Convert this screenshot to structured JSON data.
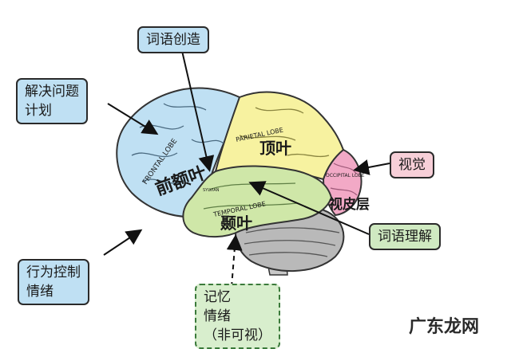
{
  "labels": {
    "word_creation": "词语创造",
    "problem_solving_line1": "解决问题",
    "problem_solving_line2": "计划",
    "behavior_line1": "行为控制",
    "behavior_line2": "情绪",
    "vision": "视觉",
    "word_understanding": "词语理解",
    "memory_line1": "记忆",
    "memory_line2": "情绪",
    "memory_line3": "（非可视）"
  },
  "lobes": {
    "frontal": "前额叶",
    "frontal_en": "FRONTAL LOBE",
    "parietal": "顶叶",
    "parietal_en": "PARIETAL LOBE",
    "temporal": "颞叶",
    "temporal_en": "TEMPORAL LOBE",
    "occipital_en": "OCCIPITAL LOBE",
    "visual_cortex": "视皮层",
    "sylvian": "SYLVIAN"
  },
  "watermark": "广东龙网",
  "colors": {
    "frontal": "#bfe0f3",
    "parietal": "#f7f2a0",
    "temporal": "#cfe7a8",
    "occipital": "#f2a9c6",
    "cerebellum": "#b9b9b9",
    "stem": "#c8c8c8"
  }
}
